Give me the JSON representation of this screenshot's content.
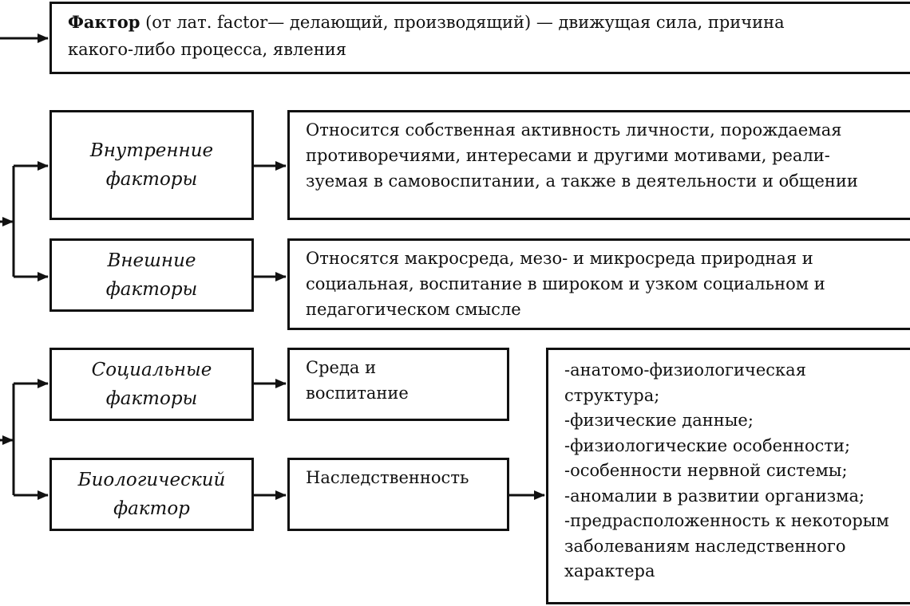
{
  "definition": {
    "term": "Фактор",
    "text_line1": " (от лат. factor— делающий, производящий) — движущая сила, причина",
    "text_line2": "какого-либо процесса, явления"
  },
  "internal": {
    "label_l1": "Внутренние",
    "label_l2": "факторы",
    "desc_l1": "Относится собственная активность личности, порождаемая",
    "desc_l2": "противоречиями, интересами и другими мотивами, реали-",
    "desc_l3": "зуемая в самовоспитании, а также в деятельности и общении"
  },
  "external": {
    "label_l1": "Внешние",
    "label_l2": "факторы",
    "desc_l1": "Относятся макросреда,  мезо- и микросреда природная и",
    "desc_l2": "социальная, воспитание в широком и узком социальном и",
    "desc_l3": "педагогическом смысле"
  },
  "social": {
    "label_l1": "Социальные",
    "label_l2": "факторы",
    "desc_l1": "Среда и",
    "desc_l2": "воспитание"
  },
  "biological": {
    "label_l1": "Биологический",
    "label_l2": "фактор",
    "desc_l1": "Наследственность"
  },
  "heredity_list": [
    "-анатомо-физиологическая",
    "структура;",
    "-физические данные;",
    "-физиологические особенности;",
    "-особенности нервной системы;",
    "-аномалии в развитии организма;",
    "-предрасположенность к некоторым",
    "заболеваниям наследственного",
    "характера"
  ]
}
